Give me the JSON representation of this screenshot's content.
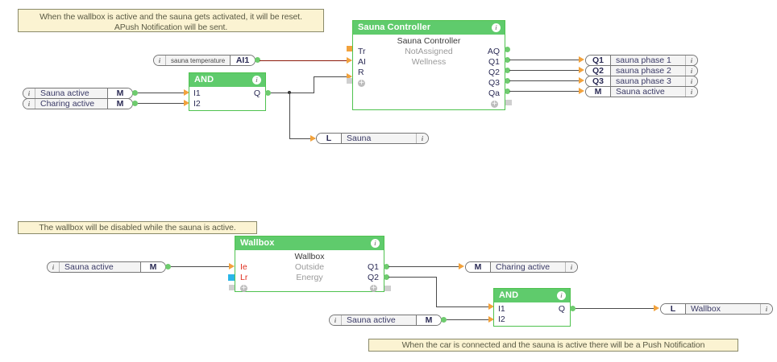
{
  "editor": {
    "title": "Function Block Diagram Editor",
    "background": "#ffffff",
    "accent_green": "#5FCB6C",
    "note_background": "#FBF3D2",
    "wire_color": "#4a4a4a",
    "analog_wire_color": "#8C1A0B"
  },
  "notes": [
    {
      "name": "note-sauna-reset",
      "line1": "When the wallbox is active and the sauna gets activated, it will be reset.",
      "line2": "APush Notification will be sent."
    },
    {
      "name": "note-wallbox-disabled",
      "text": "The wallbox will be disabled while the sauna is active."
    },
    {
      "name": "note-push-notification",
      "text": "When the car is connected and the sauna is active there will be a Push Notification"
    }
  ],
  "blocks": {
    "sauna_controller": {
      "header": "Sauna Controller",
      "title": "Sauna Controller",
      "sub1": "NotAssigned",
      "sub2": "Wellness",
      "inputs": [
        "Tr",
        "AI",
        "R"
      ],
      "outputs": [
        "AQ",
        "Q1",
        "Q2",
        "Q3",
        "Qa"
      ],
      "info": "i",
      "plus": "+"
    },
    "and_top": {
      "header": "AND",
      "inputs": [
        "I1",
        "I2"
      ],
      "outputs": [
        "Q"
      ],
      "info": "i"
    },
    "wallbox": {
      "header": "Wallbox",
      "title": "Wallbox",
      "sub1": "Outside",
      "sub2": "Energy",
      "inputs": [
        "Ie",
        "Lr"
      ],
      "outputs": [
        "Q1",
        "Q2"
      ],
      "info": "i",
      "plus": "+"
    },
    "and_bottom": {
      "header": "AND",
      "inputs": [
        "I1",
        "I2"
      ],
      "outputs": [
        "Q"
      ],
      "info": "i"
    }
  },
  "io": {
    "sauna_temperature": {
      "icon": "i",
      "name": "sauna temperature",
      "code": "AI1"
    },
    "sauna_active_in_top": {
      "icon": "i",
      "name": "Sauna active",
      "code": "M"
    },
    "charing_active_in": {
      "icon": "i",
      "name": "Charing active",
      "code": "M"
    },
    "sauna_phase_1": {
      "code": "Q1",
      "name": "sauna phase 1",
      "icon": "i"
    },
    "sauna_phase_2": {
      "code": "Q2",
      "name": "sauna phase 2",
      "icon": "i"
    },
    "sauna_phase_3": {
      "code": "Q3",
      "name": "sauna phase 3",
      "icon": "i"
    },
    "sauna_active_out": {
      "code": "M",
      "name": "Sauna active",
      "icon": "i"
    },
    "sauna_out_l": {
      "code": "L",
      "name": "Sauna",
      "icon": "i"
    },
    "sauna_active_wallbox_in": {
      "icon": "i",
      "name": "Sauna active",
      "code": "M"
    },
    "charing_active_out": {
      "code": "M",
      "name": "Charing active",
      "icon": "i"
    },
    "sauna_active_and_in": {
      "icon": "i",
      "name": "Sauna active",
      "code": "M"
    },
    "wallbox_out_l": {
      "code": "L",
      "name": "Wallbox",
      "icon": "i"
    }
  }
}
